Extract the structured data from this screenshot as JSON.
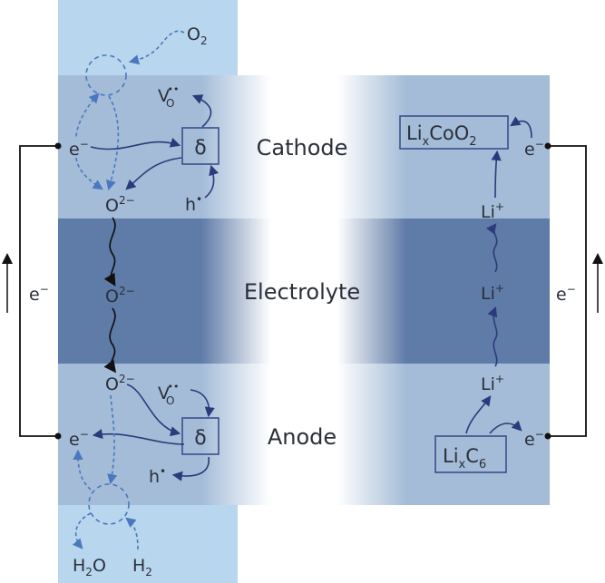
{
  "layers": {
    "cathode": "Cathode",
    "electrolyte": "Electrolyte",
    "anode": "Anode"
  },
  "left_cell": {
    "top_gas": "O",
    "top_gas_sub": "2",
    "electron": "e",
    "electron_sup": "−",
    "oxide_ion": "O",
    "oxide_ion_sup": "2−",
    "vacancy": "V",
    "vacancy_sub": "O",
    "vacancy_sup": "••",
    "hole": "h",
    "hole_sup": "•",
    "delta": "δ",
    "bottom_water": "H",
    "bottom_water_sub": "2",
    "bottom_water_tail": "O",
    "bottom_hydrogen": "H",
    "bottom_hydrogen_sub": "2"
  },
  "right_cell": {
    "cathode_compound": "Li",
    "cathode_compound_sub_x": "x",
    "cathode_compound_tail": "CoO",
    "cathode_compound_sub_2": "2",
    "anode_compound": "Li",
    "anode_compound_sub_x": "x",
    "anode_compound_tail": "C",
    "anode_compound_sub_6": "6",
    "lithium_ion": "Li",
    "lithium_ion_sup": "+",
    "electron": "e",
    "electron_sup": "−"
  },
  "external_circuit": {
    "left_label": "e",
    "left_label_sup": "−",
    "right_label": "e",
    "right_label_sup": "−"
  },
  "colors": {
    "gas_blue": "#b8d6ee",
    "electrode_blue": "#a4bcd8",
    "electrolyte_blue": "#5f7ba8",
    "arrow_dark": "#2b3a7a",
    "arrow_dashed": "#4a78bf",
    "box_stroke": "#3b4f8c"
  }
}
